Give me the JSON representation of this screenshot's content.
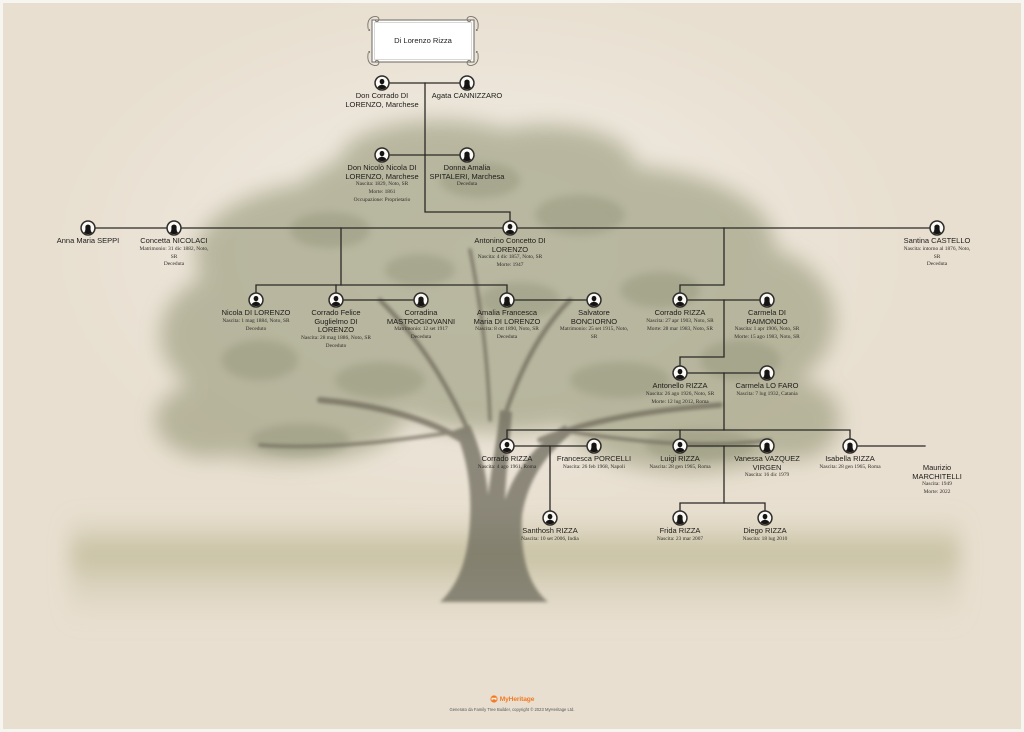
{
  "title": "Di Lorenzo Rizza",
  "colors": {
    "background": "#e8dfd0",
    "connector": "#2a2926",
    "brand": "#f27a24"
  },
  "persons": [
    {
      "avatar": "male-silhouette-icon",
      "name_lines": [
        "Don Corrado DI",
        "LORENZO, Marchese"
      ],
      "details": []
    },
    {
      "avatar": "female-silhouette-icon",
      "name_lines": [
        "Agata CANNIZZARO"
      ],
      "details": []
    },
    {
      "avatar": "male-silhouette-icon",
      "name_lines": [
        "Don Nicolò Nicola DI",
        "LORENZO, Marchese"
      ],
      "details": [
        "Nascita: 1829, Noto, SR",
        "Morte: 1861",
        "Occupazione: Proprietario"
      ]
    },
    {
      "avatar": "female-silhouette-icon",
      "name_lines": [
        "Donna Amalia",
        "SPITALERI, Marchesa"
      ],
      "details": [
        "Deceduta"
      ]
    },
    {
      "avatar": "female-silhouette-icon",
      "name_lines": [
        "Anna Maria SEPPI"
      ],
      "details": []
    },
    {
      "avatar": "female-silhouette-icon",
      "name_lines": [
        "Concetta NICOLACI"
      ],
      "details": [
        "Matrimonio: 31 dic 1882, Noto,",
        "SR",
        "Deceduta"
      ]
    },
    {
      "avatar": "male-silhouette-icon",
      "name_lines": [
        "Antonino Concetto DI",
        "LORENZO"
      ],
      "details": [
        "Nascita: 4 dic 1857, Noto, SR",
        "Morte: 1947"
      ]
    },
    {
      "avatar": "female-silhouette-icon",
      "name_lines": [
        "Santina CASTELLO"
      ],
      "details": [
        "Nascita: intorno al 1876, Noto,",
        "SR",
        "Deceduta"
      ]
    },
    {
      "avatar": "male-silhouette-icon",
      "name_lines": [
        "Nicola DI LORENZO"
      ],
      "details": [
        "Nascita: 1 mag 1884, Noto, SR",
        "Deceduto"
      ]
    },
    {
      "avatar": "male-silhouette-icon",
      "name_lines": [
        "Corrado Felice",
        "Guglielmo DI",
        "LORENZO"
      ],
      "details": [
        "Nascita: 28 mag 1886, Noto, SR",
        "Deceduto"
      ]
    },
    {
      "avatar": "female-silhouette-icon",
      "name_lines": [
        "Corradina",
        "MASTROGIOVANNI"
      ],
      "details": [
        "Matrimonio: 12 set 1917",
        "Deceduta"
      ]
    },
    {
      "avatar": "female-silhouette-icon",
      "name_lines": [
        "Amalia Francesca",
        "Maria DI LORENZO"
      ],
      "details": [
        "Nascita: 8 ott 1890, Noto, SR",
        "Deceduta"
      ]
    },
    {
      "avatar": "male-silhouette-icon",
      "name_lines": [
        "Salvatore",
        "BONCIORNO"
      ],
      "details": [
        "Matrimonio: 25 set 1915, Noto,",
        "SR"
      ]
    },
    {
      "avatar": "male-silhouette-icon",
      "name_lines": [
        "Corrado RIZZA"
      ],
      "details": [
        "Nascita: 27 apr 1903, Noto, SR",
        "Morte: 28 mar 1983, Noto, SR"
      ]
    },
    {
      "avatar": "female-silhouette-icon",
      "name_lines": [
        "Carmela DI",
        "RAIMONDO"
      ],
      "details": [
        "Nascita: 1 apr 1906, Noto, SR",
        "Morte: 15 ago 1983, Noto, SR"
      ]
    },
    {
      "avatar": "male-silhouette-icon",
      "name_lines": [
        "Antonello RIZZA"
      ],
      "details": [
        "Nascita: 26 ago 1926, Noto, SR",
        "Morte: 12 lug 2012, Roma"
      ]
    },
    {
      "avatar": "female-silhouette-icon",
      "name_lines": [
        "Carmela LO FARO"
      ],
      "details": [
        "Nascita: 7 lug 1932, Catania"
      ]
    },
    {
      "avatar": "male-silhouette-icon",
      "name_lines": [
        "Corrado RIZZA"
      ],
      "details": [
        "Nascita: 4 ago 1961, Roma"
      ]
    },
    {
      "avatar": "female-silhouette-icon",
      "name_lines": [
        "Francesca PORCELLI"
      ],
      "details": [
        "Nascita: 26 feb 1968, Napoli"
      ]
    },
    {
      "avatar": "male-silhouette-icon",
      "name_lines": [
        "Luigi RIZZA"
      ],
      "details": [
        "Nascita: 28 gen 1965, Roma"
      ]
    },
    {
      "avatar": "female-silhouette-icon",
      "name_lines": [
        "Vanessa VAZQUEZ",
        "VIRGEN"
      ],
      "details": [
        "Nascita: 16 dic 1979"
      ]
    },
    {
      "avatar": "female-silhouette-icon",
      "name_lines": [
        "Isabella RIZZA"
      ],
      "details": [
        "Nascita: 28 gen 1965, Roma"
      ]
    },
    {
      "avatar": null,
      "name_lines": [
        "Maurizio",
        "MARCHITELLI"
      ],
      "details": [
        "Nascita: 1949",
        "Morte: 2022"
      ]
    },
    {
      "avatar": "male-silhouette-icon",
      "name_lines": [
        "Santhosh RIZZA"
      ],
      "details": [
        "Nascita: 10 set 2006, India"
      ]
    },
    {
      "avatar": "female-silhouette-icon",
      "name_lines": [
        "Frida RIZZA"
      ],
      "details": [
        "Nascita: 23 mar 2007"
      ]
    },
    {
      "avatar": "male-silhouette-icon",
      "name_lines": [
        "Diego RIZZA"
      ],
      "details": [
        "Nascita: 18 lug 2010"
      ]
    }
  ],
  "footer": {
    "logo_icon": "myheritage-logo-icon",
    "brand": "MyHeritage",
    "credit": "Generato da Family Tree Builder, copyright © 2023 MyHeritage Ltd."
  }
}
